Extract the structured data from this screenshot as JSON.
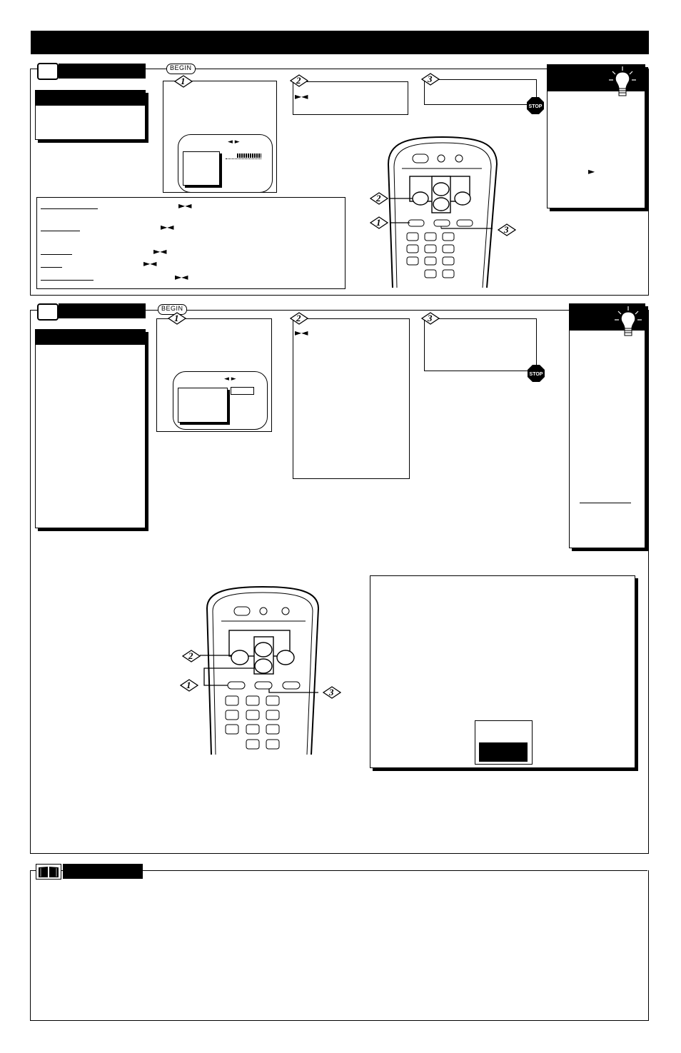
{
  "header": {
    "title_bar": ""
  },
  "section1": {
    "begin_label": "BEGIN",
    "steps": [
      "1",
      "2",
      "3"
    ],
    "stop_label": "STOP",
    "arrow_glyphs": "►◄",
    "osd_arrows": "◄ ►",
    "tip_arrow": "►",
    "remote_callouts": [
      "2",
      "1",
      "3"
    ]
  },
  "section2": {
    "begin_label": "BEGIN",
    "steps": [
      "1",
      "2",
      "3"
    ],
    "stop_label": "STOP",
    "arrow_glyphs": "►◄",
    "osd_arrows": "◄ ►",
    "remote_callouts": [
      "2",
      "1",
      "3"
    ]
  },
  "icons": {
    "tv": "tv-icon",
    "bulb": "lightbulb-icon",
    "stop": "stop-sign-icon",
    "book": "book-icon"
  },
  "colors": {
    "ink": "#000000",
    "paper": "#ffffff"
  }
}
